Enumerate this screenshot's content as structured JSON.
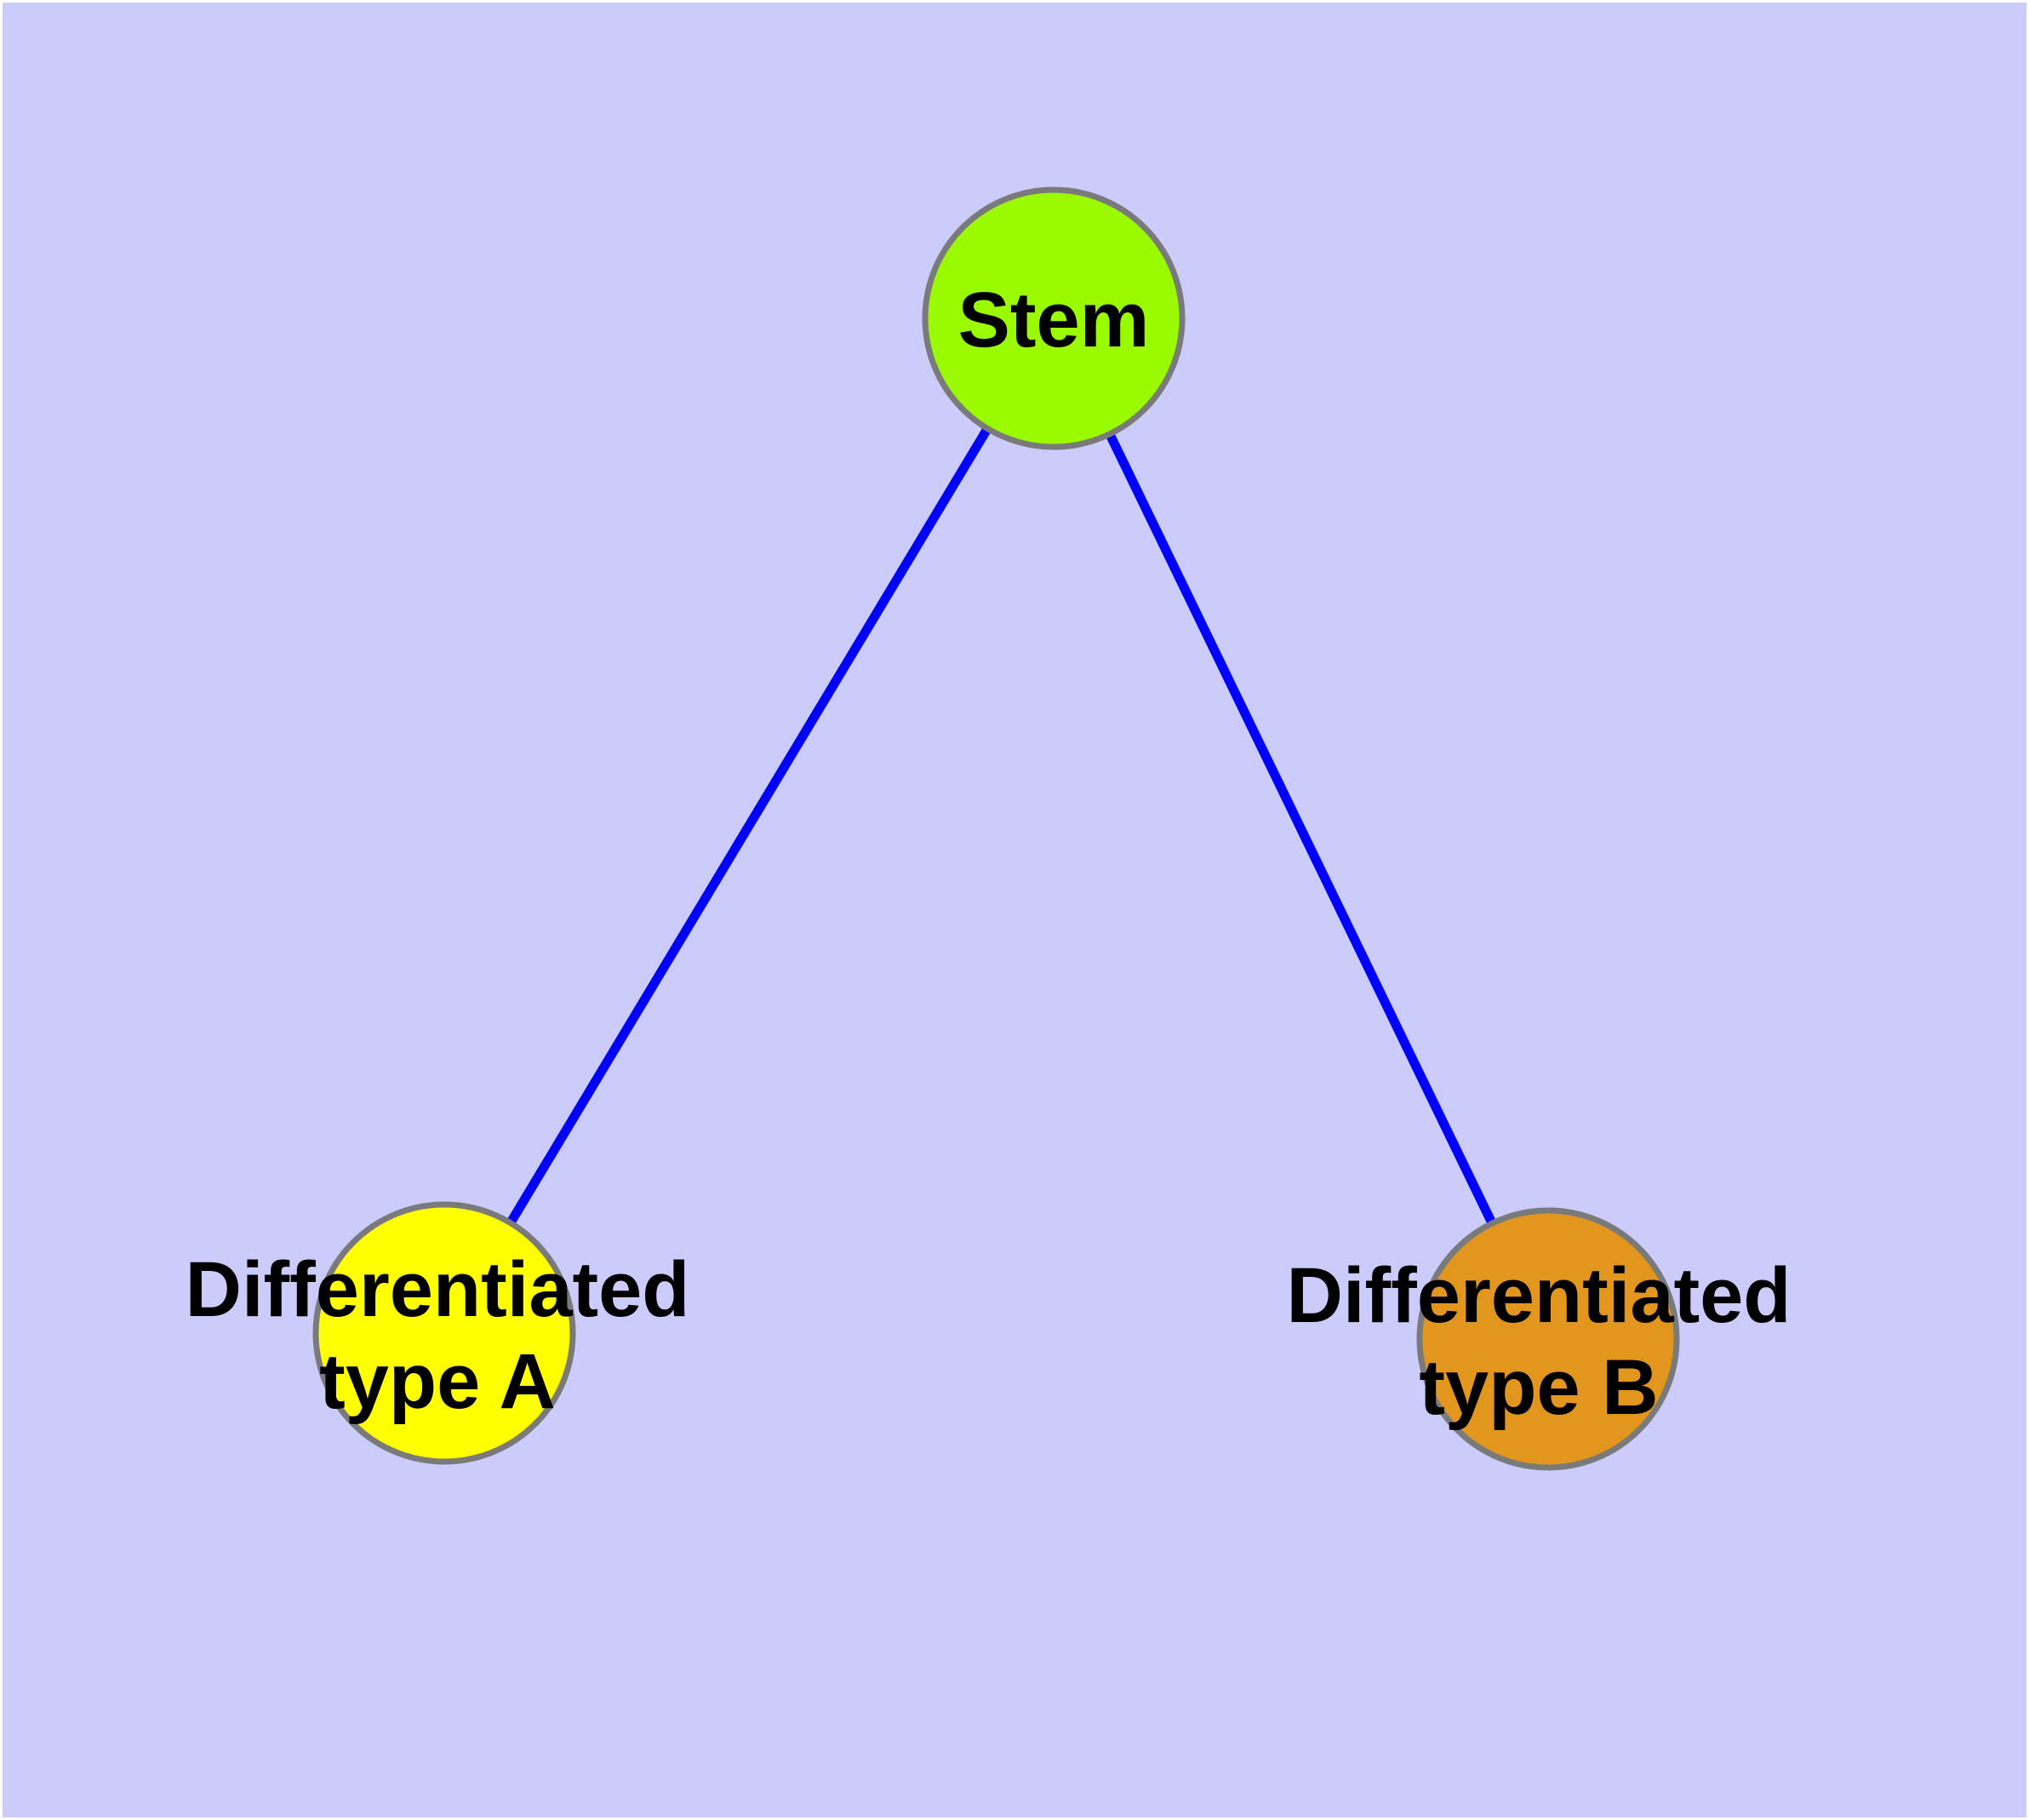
{
  "colors": {
    "frame": "#FFFFFF",
    "background": "#CBCBFC",
    "edge_blue": "#0000FF",
    "node_border_gray": "#7A7A7A",
    "stem_green": "#9AFB00",
    "type_a_yellow": "#FFFF00",
    "type_b_orange": "#E2961D",
    "label_black": "#000000"
  },
  "nodes": {
    "stem": {
      "label": "Stem"
    },
    "type_a": {
      "label_line1": "Differentiated",
      "label_line2": "type A"
    },
    "type_b": {
      "label_line1": "Differentiated",
      "label_line2": "type B"
    }
  },
  "edges": [
    {
      "from": "Stem",
      "to": "Differentiated type A"
    },
    {
      "from": "Stem",
      "to": "Differentiated type B"
    }
  ]
}
